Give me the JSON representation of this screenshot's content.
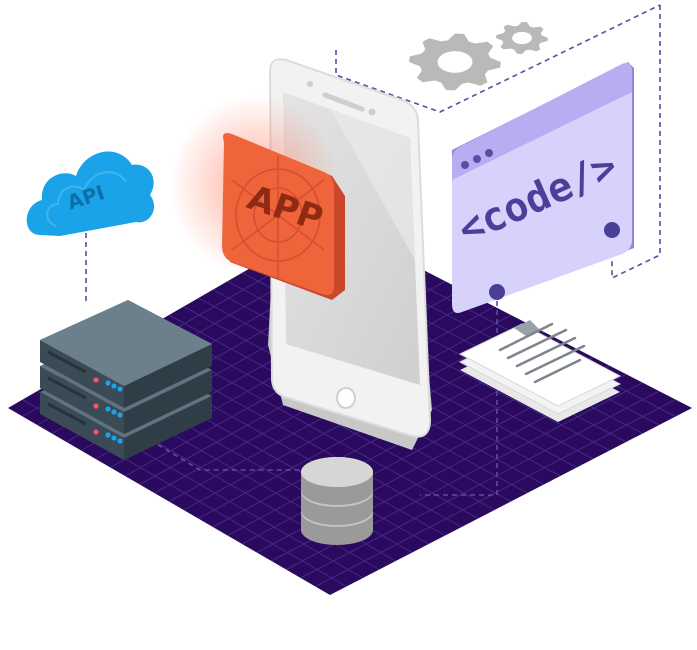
{
  "cloud": {
    "label": "API"
  },
  "app_badge": {
    "label": "APP"
  },
  "code_window": {
    "label": "<code/>"
  },
  "colors": {
    "platform": "#2a0a5e",
    "grid": "#4a2d8a",
    "cloud": "#1aa3e8",
    "app_badge": "#f0643c",
    "code_panel": "#d7d2fb",
    "code_text": "#4b3f9a",
    "server": "#4d5f6a",
    "gear": "#b9b9b9"
  },
  "icons": [
    "cloud-icon",
    "server-rack-icon",
    "smartphone-icon",
    "app-badge-icon",
    "code-window-icon",
    "gear-icon",
    "document-stack-icon",
    "database-icon"
  ]
}
